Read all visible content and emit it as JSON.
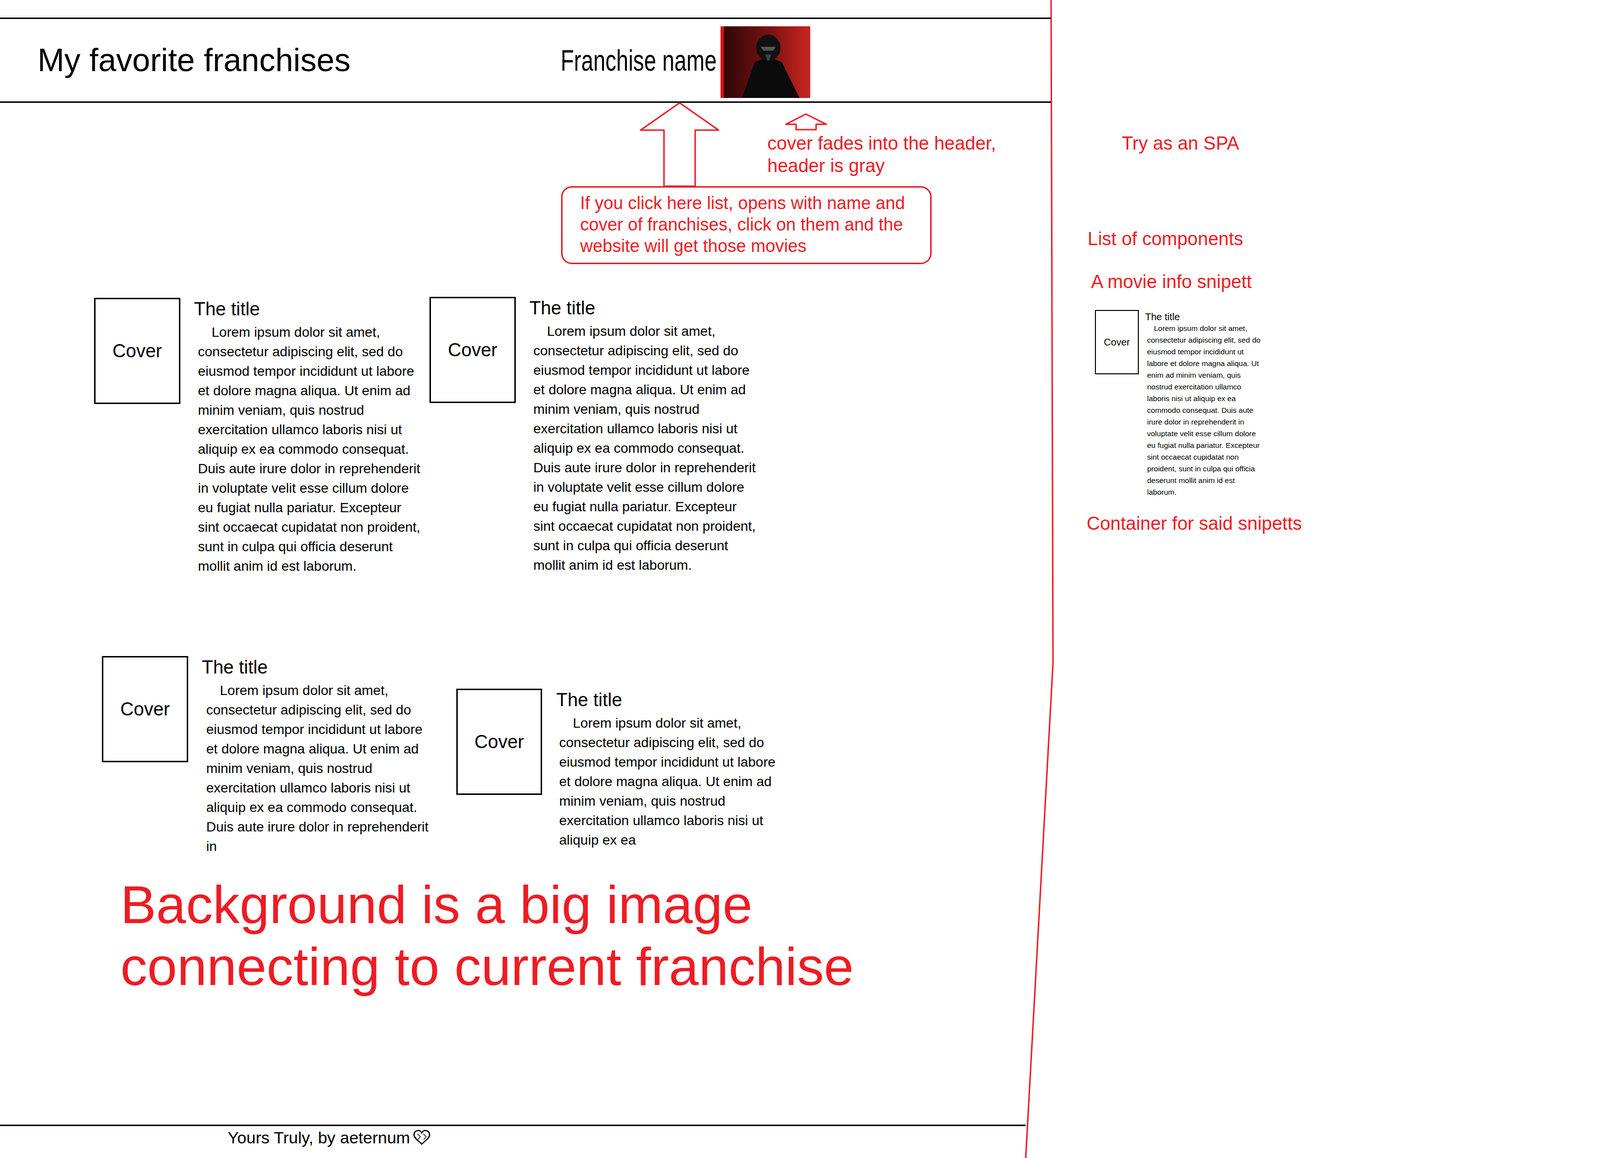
{
  "diagram": {
    "nodes": [
      {
        "text": [
          "My favorite franchises",
          "Franchise name"
        ]
      },
      {
        "text": [
          "If you click here list, opens with name and cover of franchises, click on them and the website will get those movies"
        ]
      },
      {
        "text": [
          "Cover"
        ]
      },
      {
        "text": [
          "Cover"
        ]
      },
      {
        "text": [
          "Cover"
        ]
      },
      {
        "text": [
          "Cover"
        ]
      },
      {
        "text": [
          "Cover"
        ]
      }
    ],
    "edges": [
      {
        "from": 1,
        "to": 0,
        "arrow": "to"
      }
    ],
    "labels": [
      "cover fades into the header, header is gray",
      "The title",
      "Lorem ipsum dolor sit amet, consectetur adipiscing elit, sed do eiusmod tempor incididunt ut labore et dolore magna aliqua. Ut enim ad minim veniam, quis nostrud exercitation ullamco laboris nisi ut aliquip ex ea commodo consequat. Duis aute irure dolor in reprehenderit in voluptate velit esse cillum dolore eu fugiat nulla pariatur. Excepteur sint occaecat cupidatat non proident, sunt in culpa qui officia deserunt mollit anim id est laborum.",
      "The title",
      "Lorem ipsum dolor sit amet, consectetur adipiscing elit, sed do eiusmod tempor incididunt ut labore et dolore magna aliqua. Ut enim ad minim veniam, quis nostrud exercitation ullamco laboris nisi ut aliquip ex ea commodo consequat. Duis aute irure dolor in reprehenderit in voluptate velit esse cillum dolore eu fugiat nulla pariatur. Excepteur sint occaecat cupidatat non proident, sunt in culpa qui officia deserunt mollit anim id est laborum.",
      "The title",
      "Lorem ipsum dolor sit amet, consectetur adipiscing elit, sed do eiusmod tempor incididunt ut labore et dolore magna aliqua. Ut enim ad minim veniam, quis nostrud exercitation ullamco laboris nisi ut aliquip ex ea commodo consequat. Duis aute irure dolor in reprehenderit in",
      "The title",
      "Lorem ipsum dolor sit amet, consectetur adipiscing elit, sed do eiusmod tempor incididunt ut labore et dolore magna aliqua. Ut enim ad minim veniam, quis nostrud exercitation ullamco laboris nisi ut aliquip ex ea",
      "Background is a big image connecting to current franchise",
      "Yours Truly, by aeternum",
      "Try as an SPA",
      "List of components",
      "A movie info snipett",
      "The title",
      "Lorem ipsum dolor sit amet, consectetur adipiscing elit, sed do eiusmod tempor incididunt ut labore et dolore magna aliqua. Ut enim ad minim veniam, quis nostrud exercitation ullamco laboris nisi ut aliquip ex ea commodo consequat. Duis aute irure dolor in reprehenderit in voluptate velit esse cillum dolore eu fugiat nulla pariatur. Excepteur sint occaecat cupidatat non proident, sunt in culpa qui officia deserunt mollit anim id est laborum.",
      "Container for said snipetts"
    ]
  }
}
